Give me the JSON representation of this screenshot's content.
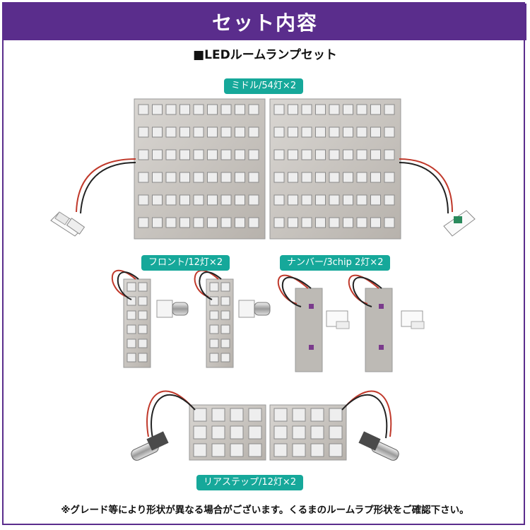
{
  "header": {
    "title": "セット内容"
  },
  "set_title": "■LEDルームランプセット",
  "labels": {
    "middle": "ミドル/54灯×2",
    "front": "フロント/12灯×2",
    "number": "ナンバー/3chip 2灯×2",
    "rear": "リアステップ/12灯×2"
  },
  "footnote": "※グレード等により形状が異なる場合がございます。くるまのルームラプ形状をご確認下さい。",
  "colors": {
    "brand": "#5a2d8c",
    "label_bg": "#16a89a"
  }
}
